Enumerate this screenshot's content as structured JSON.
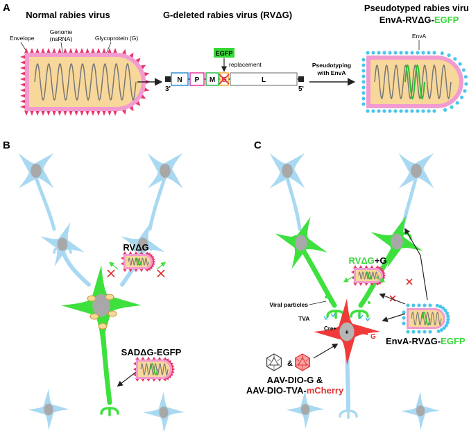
{
  "panels": {
    "a": "A",
    "b": "B",
    "c": "C"
  },
  "panel_a": {
    "normal": {
      "title": "Normal rabies virus",
      "envelope": "Envelope",
      "genome_line1": "Genome",
      "genome_line2": "(nsRNA)",
      "glycoprotein": "Glycoprotein (G)"
    },
    "deleted": {
      "title": "G-deleted rabies virus (RVΔG)",
      "egfp": "EGFP",
      "replacement": "replacement",
      "three_prime": "3'",
      "five_prime": "5'",
      "genes": [
        {
          "label": "N",
          "color": "#2a8fd8"
        },
        {
          "label": "P",
          "color": "#e0399a"
        },
        {
          "label": "M",
          "color": "#2fb84a"
        },
        {
          "label": "G",
          "color": "#f2a531"
        },
        {
          "label": "L",
          "color": "#9a9a9a"
        }
      ]
    },
    "pseudo_line1": "Pseudotyping",
    "pseudo_line2": "with EnvA",
    "pseudotyped": {
      "title_line1": "Pseudotyped rabies virus",
      "title_black": "EnvA-RVΔG-",
      "title_green": "EGFP",
      "enva": "EnvA"
    }
  },
  "panel_b": {
    "rvdg": "RVΔG",
    "sad": "SADΔG-EGFP"
  },
  "panel_c": {
    "rvdg": "RVΔG",
    "plus_g": "+G",
    "viral_particles": "Viral particles",
    "tva": "TVA",
    "cre": "Cre+",
    "g": "G",
    "amp": "&",
    "aav1": "AAV-DIO-G &",
    "aav2_black": "AAV-DIO-TVA-",
    "aav2_red": "mCherry",
    "enva_black": "EnvA-RVΔG-",
    "enva_green": "EGFP"
  },
  "colors": {
    "neuron_blue": "#a9d9f2",
    "neuron_green": "#3ee03e",
    "neuron_red": "#f03a3a",
    "envelope_pink": "#f29bd0",
    "core_tan": "#f7d79a",
    "spike_red": "#e8386b",
    "enva_cyan": "#4cc6ea",
    "egfp_green": "#38d838",
    "cross_red": "#e03030"
  }
}
